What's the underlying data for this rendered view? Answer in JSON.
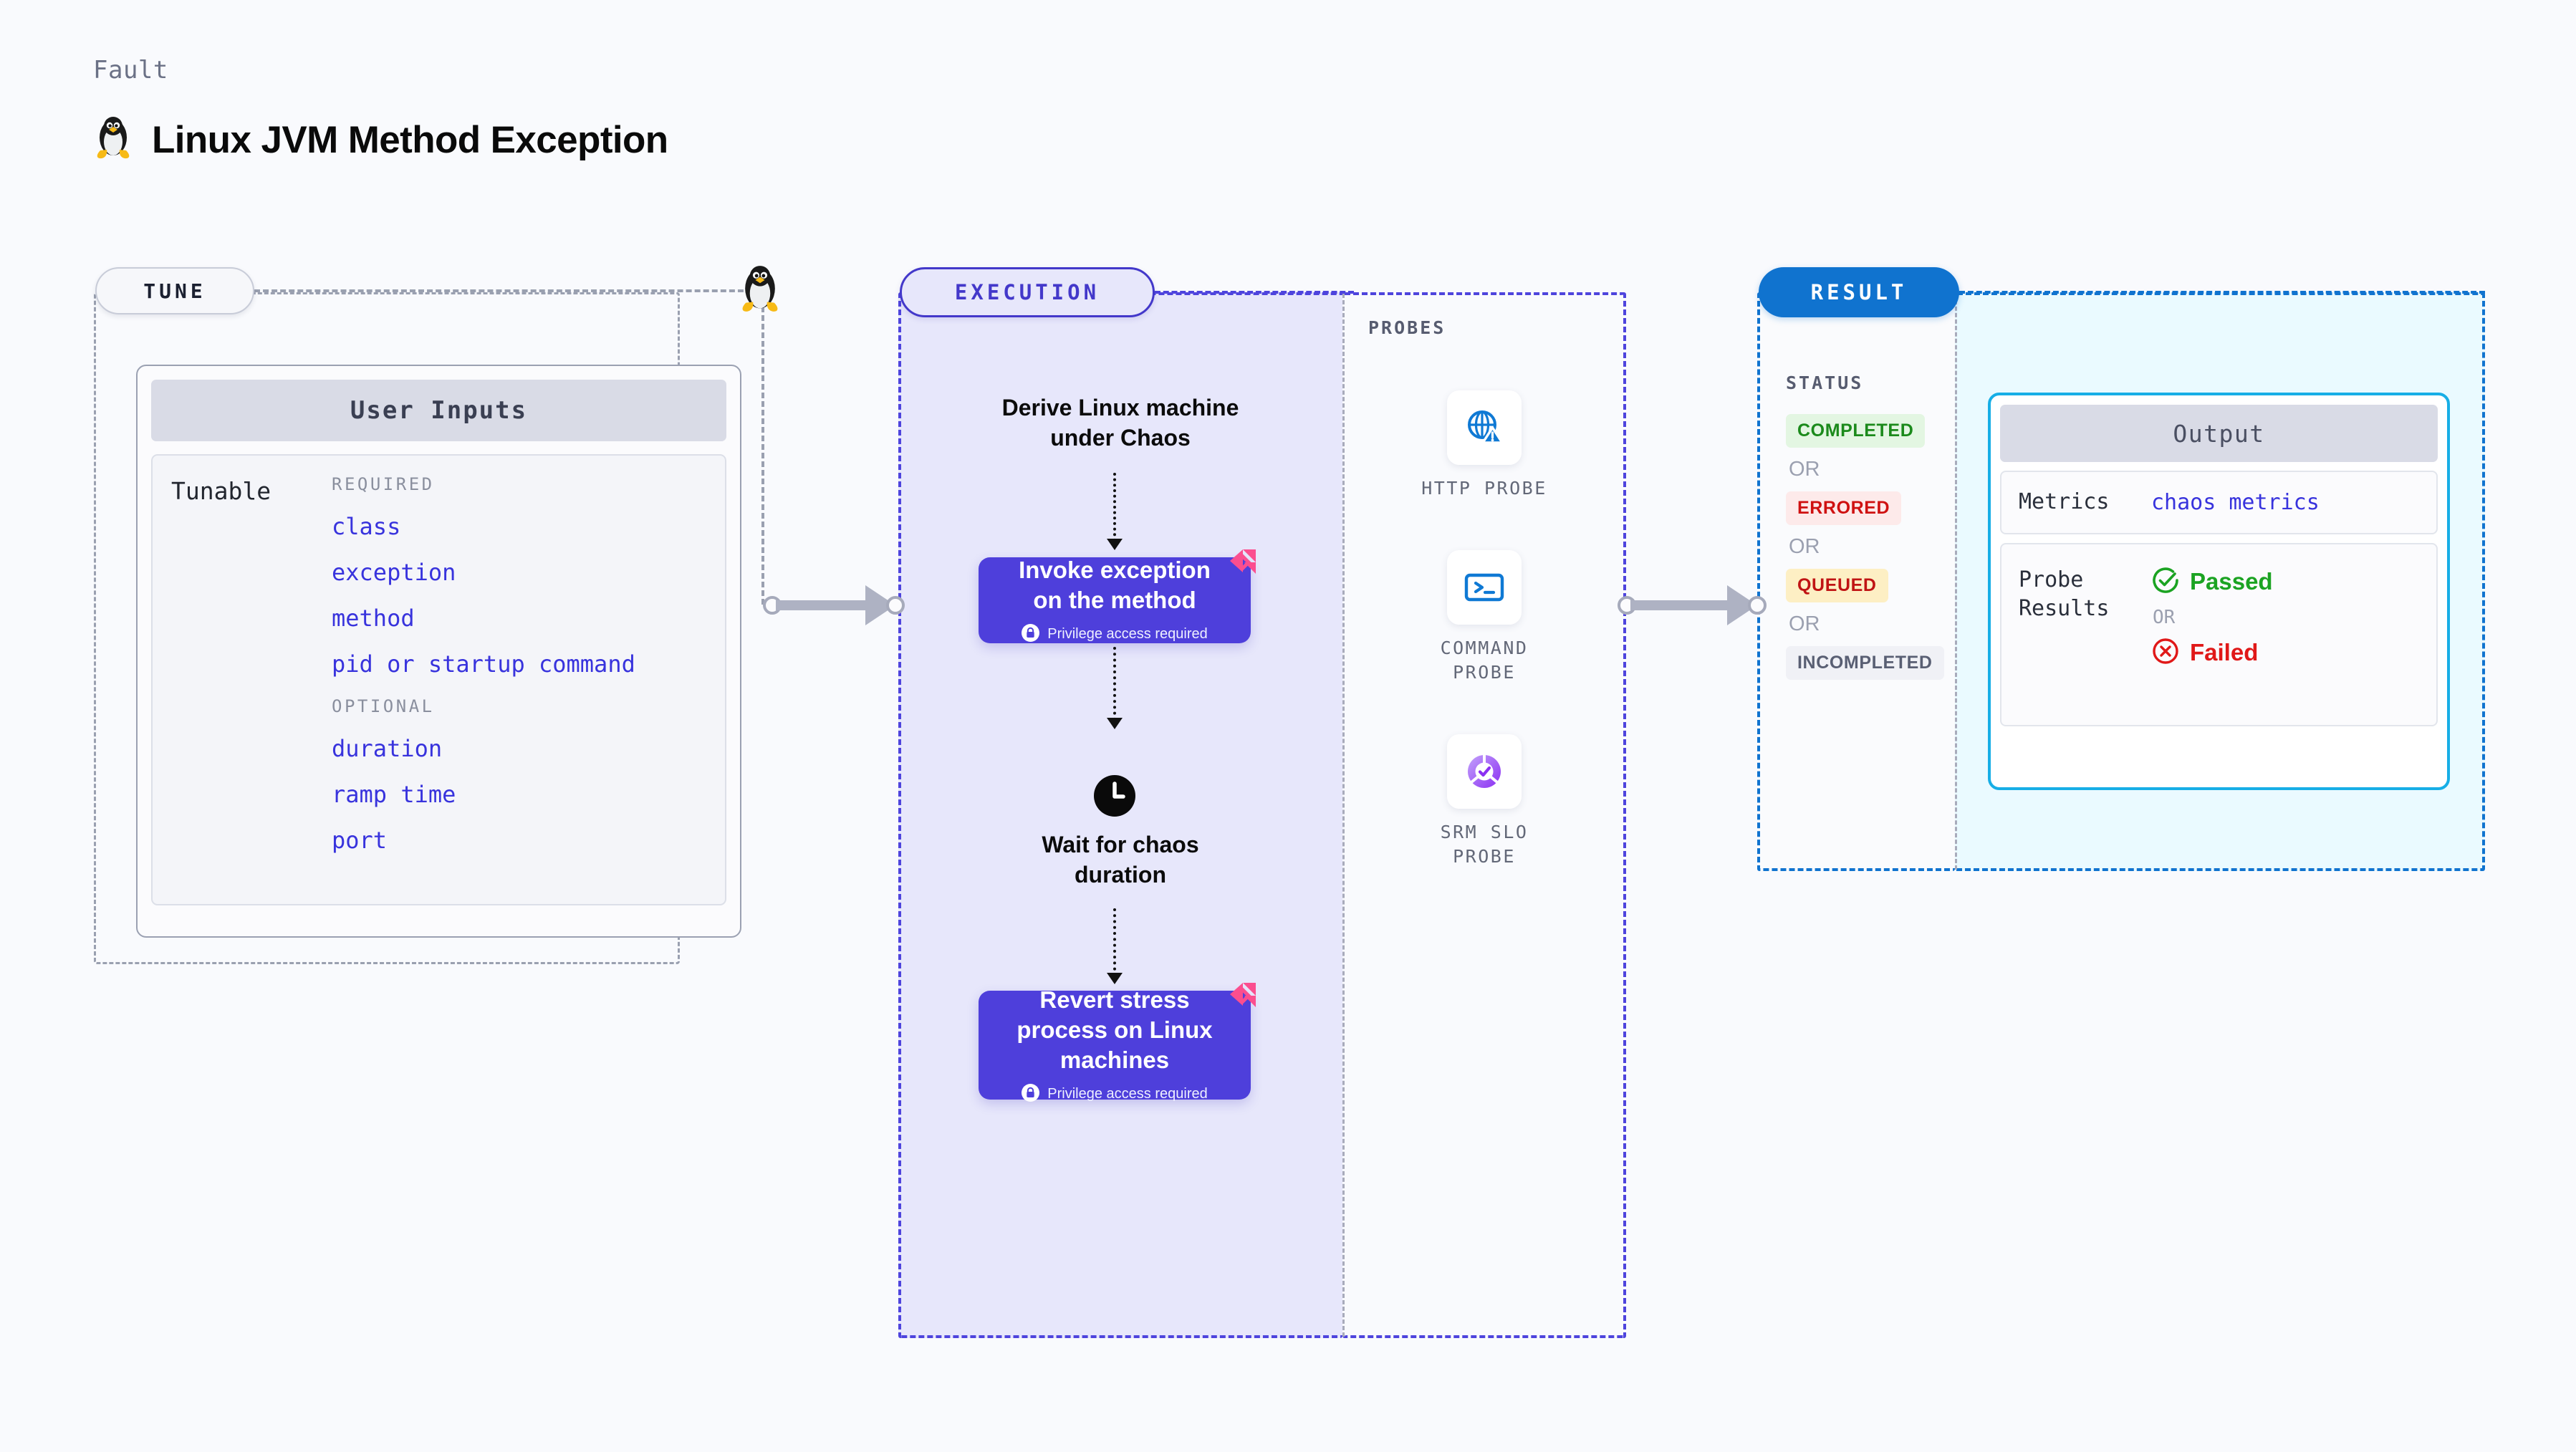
{
  "header": {
    "kicker": "Fault",
    "title": "Linux JVM Method Exception",
    "icon": "linux-penguin-icon"
  },
  "tune": {
    "pill_label": "TUNE",
    "card_title": "User Inputs",
    "row_label": "Tunable",
    "required_label": "REQUIRED",
    "optional_label": "OPTIONAL",
    "required_items": [
      "class",
      "exception",
      "method",
      "pid or startup command"
    ],
    "optional_items": [
      "duration",
      "ramp time",
      "port"
    ]
  },
  "execution": {
    "pill_label": "EXECUTION",
    "step1_title": "Derive Linux machine\nunder Chaos",
    "step1_line1": "Derive Linux machine",
    "step1_line2": "under Chaos",
    "step2_line1": "Invoke exception",
    "step2_line2": "on the method",
    "step2_privilege": "Privilege access required",
    "step3_line1": "Wait for chaos",
    "step3_line2": "duration",
    "step4_line1": "Revert stress",
    "step4_line2": "process on Linux",
    "step4_line3": "machines",
    "step4_privilege": "Privilege access required"
  },
  "probes": {
    "label": "PROBES",
    "items": [
      {
        "name": "HTTP  PROBE",
        "icon": "globe-warning-icon"
      },
      {
        "name": "COMMAND\nPROBE",
        "line1": "COMMAND",
        "line2": "PROBE",
        "icon": "terminal-icon"
      },
      {
        "name": "SRM  SLO\nPROBE",
        "line1": "SRM  SLO",
        "line2": "PROBE",
        "icon": "slo-donut-check-icon"
      }
    ]
  },
  "result": {
    "pill_label": "RESULT",
    "status_label": "STATUS",
    "or_label": "OR",
    "statuses": [
      {
        "label": "COMPLETED",
        "bg": "#e3f6e2",
        "fg": "#1b8a1b"
      },
      {
        "label": "ERRORED",
        "bg": "#fdeaea",
        "fg": "#cf1111"
      },
      {
        "label": "QUEUED",
        "bg": "#fdefc4",
        "fg": "#c01414"
      },
      {
        "label": "INCOMPLETED",
        "bg": "#f0f1f6",
        "fg": "#595f73"
      }
    ]
  },
  "output": {
    "title": "Output",
    "metrics_key": "Metrics",
    "metrics_value": "chaos metrics",
    "probe_results_key_line1": "Probe",
    "probe_results_key_line2": "Results",
    "passed_label": "Passed",
    "failed_label": "Failed",
    "or_label": "OR"
  },
  "colors": {
    "background": "#f9fafd",
    "tune_border": "#9aa0b0",
    "execution_accent": "#4e44dd",
    "execution_fill": "#e7e7fb",
    "result_accent": "#1073cf",
    "output_fill": "#eafaff",
    "output_card_border": "#17aee6",
    "purple_card": "#4e3fdb",
    "tunable_text": "#3833dd",
    "litmus_pink": "#fb4e8f",
    "passed_green": "#1ba322",
    "failed_red": "#e01818",
    "probe_blue": "#0f79d4"
  }
}
